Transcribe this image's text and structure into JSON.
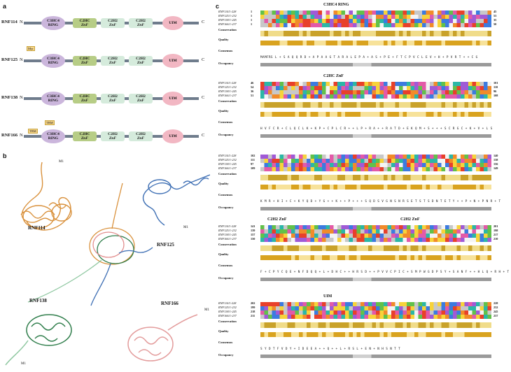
{
  "panels": {
    "a": "a",
    "b": "b",
    "c": "c"
  },
  "domains": {
    "ring": [
      "C3HC4",
      "RING"
    ],
    "c2hc": [
      "C2HC",
      "ZnF"
    ],
    "c2h2": [
      "C2H2",
      "ZnF"
    ],
    "uim": "UIM",
    "n": "N",
    "c": "C"
  },
  "proteins": [
    {
      "name": "RNF114",
      "tag": ""
    },
    {
      "name": "RNF125",
      "tag": "Myr"
    },
    {
      "name": "RNF138",
      "tag": ""
    },
    {
      "name": "RNF166",
      "tag": "TBM"
    }
  ],
  "tbm_extra": "TBM",
  "structures": {
    "labels": [
      "RNF114",
      "RNF125",
      "RNF138",
      "RNF166"
    ],
    "m1": "M1"
  },
  "alignment": {
    "seq_labels": [
      "RNF114/1-228",
      "RNF125/1-232",
      "RNF138/1-245",
      "RNF166/1-237"
    ],
    "track_labels": [
      "Conservation",
      "Quality",
      "Consensus",
      "Occupancy"
    ],
    "blocks": [
      {
        "title": "C3HC4 RING",
        "starts": [
          "1",
          "1",
          "1",
          "1"
        ],
        "ends": [
          "45",
          "53",
          "35",
          "50"
        ],
        "consensus": "MAMFRS L + S A Q Q R D + A P A A G T A R A L E P A + A S + P E + F T C P V C L E V + H + P V R T + + C G"
      },
      {
        "title": "C2HC ZnF",
        "starts": [
          "46",
          "54",
          "36",
          "51"
        ],
        "ends": [
          "101",
          "110",
          "96",
          "108"
        ],
        "consensus": "H V F C R + C L Q C L K + K P + C P L C R + + L P + R A + + R A T D + E K Q M + S + + + S C R G C + K + V + L S"
      },
      {
        "title": "",
        "starts": [
          "102",
          "111",
          "97",
          "109"
        ],
        "ends": [
          "140",
          "138",
          "156",
          "149"
        ],
        "consensus": "K M R + H I + C + K Y Q D + Y G + + K + + P + + + S Q D S V G N S N R S E T S T S D N T E T Y + + P + N + P N R + T"
      },
      {
        "title": "C2H2 ZnF",
        "title2": "C2H2 ZnF",
        "starts": [
          "141",
          "139",
          "157",
          "150"
        ],
        "ends": [
          "201",
          "198",
          "217",
          "210"
        ],
        "consensus": "F + C P Y C Q E + N F D Q Q + L + D H C + + H R S D + + P V V C P I C + S M P W G D P S Y + S A N F + + H L Q + R H + T"
      },
      {
        "title": "UIM",
        "starts": [
          "202",
          "199",
          "218",
          "211"
        ],
        "ends": [
          "228",
          "232",
          "245",
          "237"
        ],
        "consensus": "S Y D T F V D Y + I D E E A + + Q + + L + R S L + E N + N H S N T T"
      }
    ]
  }
}
